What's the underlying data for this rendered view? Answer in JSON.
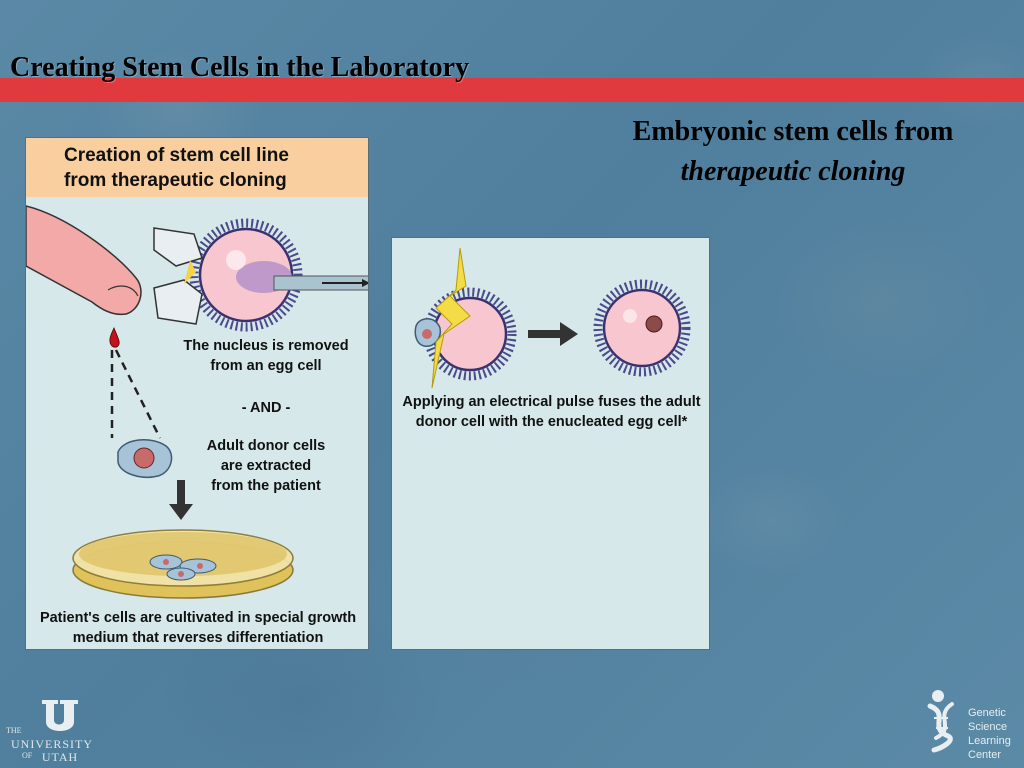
{
  "slide": {
    "title": "Creating Stem Cells in the Laboratory",
    "subtitle_line1": "Embryonic stem cells from",
    "subtitle_line2": "therapeutic cloning"
  },
  "panel1": {
    "heading_line1": "Creation of stem cell line",
    "heading_line2": "from therapeutic cloning",
    "nucleus_line1": "The nucleus is removed",
    "nucleus_line2": "from an egg cell",
    "and_text": "- AND -",
    "donor_line1": "Adult donor cells",
    "donor_line2": "are extracted",
    "donor_line3": "from the patient",
    "cultivate_line1": "Patient's cells are cultivated in special growth",
    "cultivate_line2": "medium that reverses differentiation"
  },
  "panel2": {
    "pulse_line1": "Applying an electrical pulse fuses the adult",
    "pulse_line2": "donor cell with the enucleated egg cell*"
  },
  "logos": {
    "university_the": "THE",
    "university_line1": "UNIVERSITY",
    "university_of": "OF",
    "university_line2": "UTAH",
    "gslc_line1": "Genetic",
    "gslc_line2": "Science",
    "gslc_line3": "Learning",
    "gslc_line4": "Center"
  },
  "colors": {
    "accent_red": "#e03a3e",
    "panel_bg": "#d6e8ea",
    "panel_header": "#f9cfa0",
    "egg_pink": "#f7c6cf",
    "membrane_purple": "#4b4a8a"
  }
}
